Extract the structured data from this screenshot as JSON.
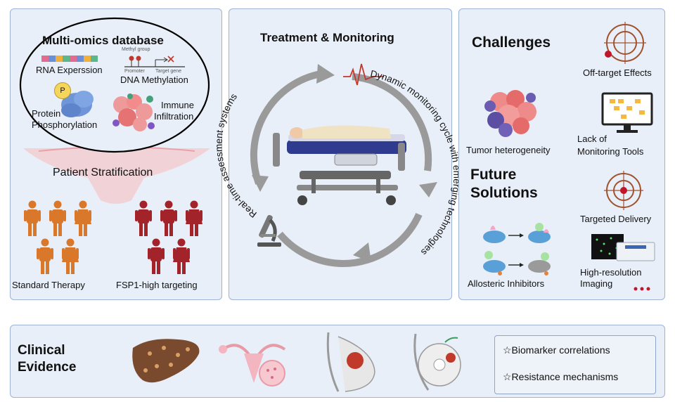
{
  "left_panel": {
    "database_title": "Multi-omics database",
    "rna_label": "RNA Experssion",
    "methyl_group_label": "Methyl group",
    "promoter_label": "Promoter",
    "target_gene_label": "Target gene",
    "dna_methylation_label": "DNA Methylation",
    "phospho_badge": "P",
    "protein_label_1": "Protein",
    "protein_label_2": "Phosphorylation",
    "immune_label_1": "Immune",
    "immune_label_2": "Infiltration",
    "stratification_label": "Patient Stratification",
    "group_standard_label": "Standard Therapy",
    "group_fsp1_label": "FSP1-high targeting",
    "colors": {
      "standard": "#d9772a",
      "fsp1": "#a3232a"
    }
  },
  "center_panel": {
    "title": "Treatment & Monitoring",
    "cycle_left_label": "Real-time assessment systems",
    "cycle_right_label": "Dynamic monitoring cycle with emerging technologies"
  },
  "right_panel": {
    "challenges_title": "Challenges",
    "off_target_label": "Off-target Effects",
    "tumor_label": "Tumor heterogeneity",
    "lack_label_1": "Lack of",
    "lack_label_2": "Monitoring Tools",
    "future_title_1": "Future",
    "future_title_2": "Solutions",
    "targeted_label": "Targeted Delivery",
    "allosteric_label": "Allosteric Inhibitors",
    "imaging_label_1": "High-resolution",
    "imaging_label_2": "Imaging"
  },
  "bottom_panel": {
    "title_1": "Clinical",
    "title_2": "Evidence",
    "items": [
      "☆Biomarker correlations",
      "☆Resistance mechanisms"
    ]
  }
}
